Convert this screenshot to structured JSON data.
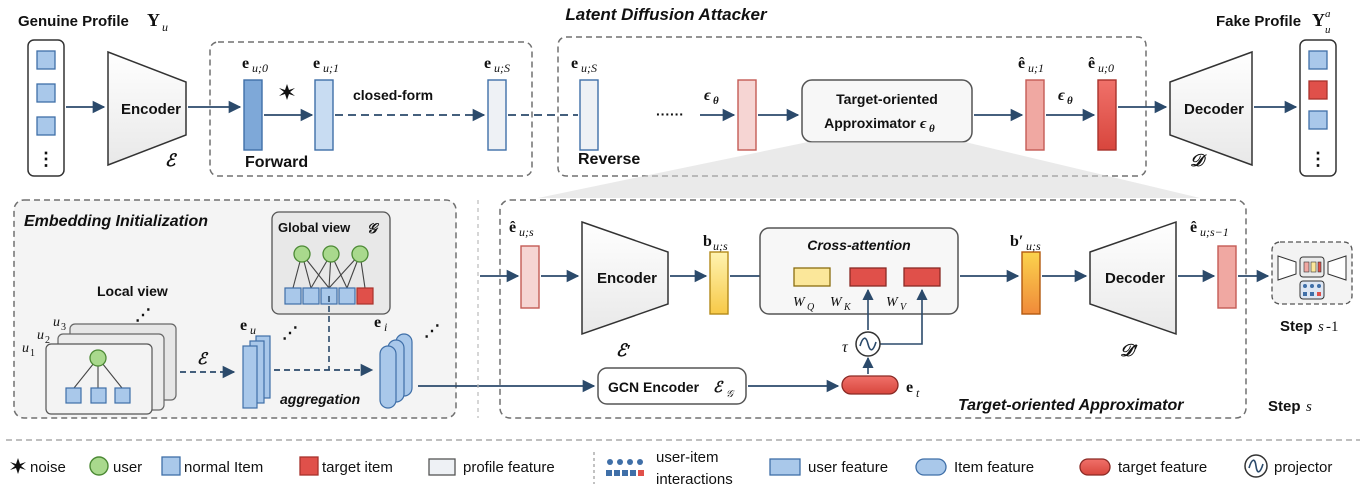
{
  "top": {
    "genuine_label": "Genuine Profile",
    "genuine_symbol": "Y",
    "genuine_sub": "u",
    "title": "Latent Diffusion Attacker",
    "fake_label": "Fake Profile",
    "fake_symbol": "Y",
    "fake_sup": "a",
    "fake_sub": "u",
    "encoder": "Encoder",
    "encoder_symbol": "ℰ",
    "decoder": "Decoder",
    "decoder_symbol": "𝒟",
    "forward": "Forward",
    "reverse": "Reverse",
    "closed_form": "closed-form",
    "e_u0": "e",
    "e_u0_sub": "u;0",
    "e_u1": "e",
    "e_u1_sub": "u;1",
    "e_uS": "e",
    "e_uS_sub": "u;S",
    "e_uS2": "e",
    "e_uS2_sub": "u;S",
    "eps1": "ϵ",
    "eps1_sub": "θ",
    "eps2": "ϵ",
    "eps2_sub": "θ",
    "hat_u1": "ê",
    "hat_u1_sub": "u;1",
    "hat_u0": "ê",
    "hat_u0_sub": "u;0",
    "approx_line1": "Target-oriented",
    "approx_line2": "Approximator",
    "approx_eps": "ϵ",
    "approx_eps_sub": "θ",
    "dots": "······"
  },
  "init": {
    "title": "Embedding Initialization",
    "global_label": "Global view",
    "global_symbol": "𝒢",
    "local_label": "Local view",
    "u1": "u",
    "u1_sub": "1",
    "u2": "u",
    "u2_sub": "2",
    "u3": "u",
    "u3_sub": "3",
    "calE": "ℰ",
    "e_u": "e",
    "e_u_sub": "u",
    "e_i": "e",
    "e_i_sub": "i",
    "aggregation": "aggregation"
  },
  "approx": {
    "hat_es": "ê",
    "hat_es_sub": "u;s",
    "encoder": "Encoder",
    "encoder_symbol": "ℰ′",
    "b_s": "b",
    "b_s_sub": "u;s",
    "cross_attention": "Cross-attention",
    "WQ": "W",
    "WQ_sub": "Q",
    "WK": "W",
    "WK_sub": "K",
    "WV": "W",
    "WV_sub": "V",
    "tau": "τ",
    "bprime": "b′",
    "bprime_sub": "u;s",
    "decoder": "Decoder",
    "decoder_symbol": "𝒟′",
    "hat_es1": "ê",
    "hat_es1_sub": "u;s−1",
    "gcn": "GCN Encoder",
    "gcn_symbol": "ℰ",
    "gcn_symbol_sub": "𝒢",
    "e_t": "e",
    "e_t_sub": "t",
    "title": "Target-oriented Approximator",
    "step_s1": "Step",
    "step_s1_var": "s",
    "step_s1_rest": "-1",
    "step_s": "Step",
    "step_s_var": "s"
  },
  "legend": {
    "noise": "noise",
    "user": "user",
    "normal_item": "normal Item",
    "target_item": "target item",
    "profile_feature": "profile feature",
    "ui_line1": "user-item",
    "ui_line2": "interactions",
    "user_feature": "user feature",
    "item_feature": "Item feature",
    "target_feature": "target feature",
    "projector": "projector"
  },
  "colors": {
    "blue_fill": "#a9c8ea",
    "blue_stroke": "#3f6fa8",
    "pale_blue": "#dce9f6",
    "pale_gray": "#eef1f5",
    "pink": "#f6d5d3",
    "salmon": "#f0a8a2",
    "red": "#e0504a",
    "yellow": "#fbe79a",
    "green": "#a9d98d",
    "panel_gray": "#f2f2f2",
    "dash_gray": "#707070"
  }
}
